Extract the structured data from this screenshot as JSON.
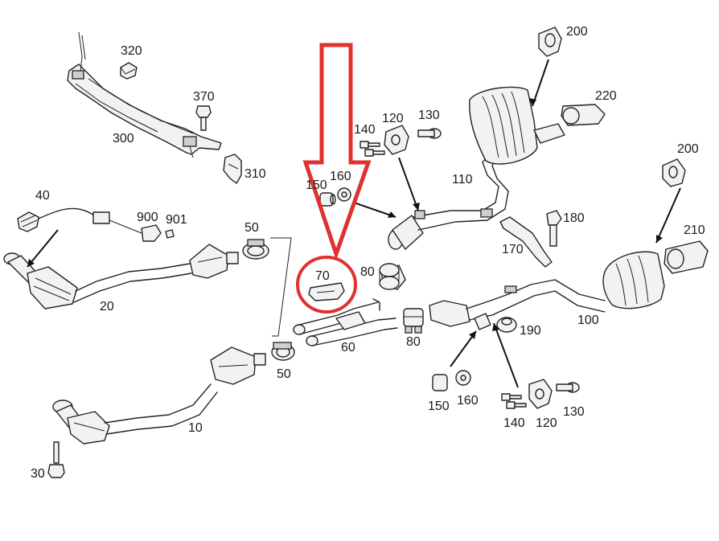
{
  "highlight_color": "#e03030",
  "labels": {
    "l10": "10",
    "l20": "20",
    "l30": "30",
    "l40": "40",
    "l50a": "50",
    "l50b": "50",
    "l60": "60",
    "l70": "70",
    "l80a": "80",
    "l80b": "80",
    "l100": "100",
    "l110": "110",
    "l120a": "120",
    "l120b": "120",
    "l130a": "130",
    "l130b": "130",
    "l140a": "140",
    "l140b": "140",
    "l150a": "150",
    "l150b": "150",
    "l160a": "160",
    "l160b": "160",
    "l170": "170",
    "l180": "180",
    "l190": "190",
    "l200a": "200",
    "l200b": "200",
    "l210": "210",
    "l220": "220",
    "l300": "300",
    "l310": "310",
    "l320": "320",
    "l370": "370",
    "l900": "900",
    "l901": "901"
  }
}
